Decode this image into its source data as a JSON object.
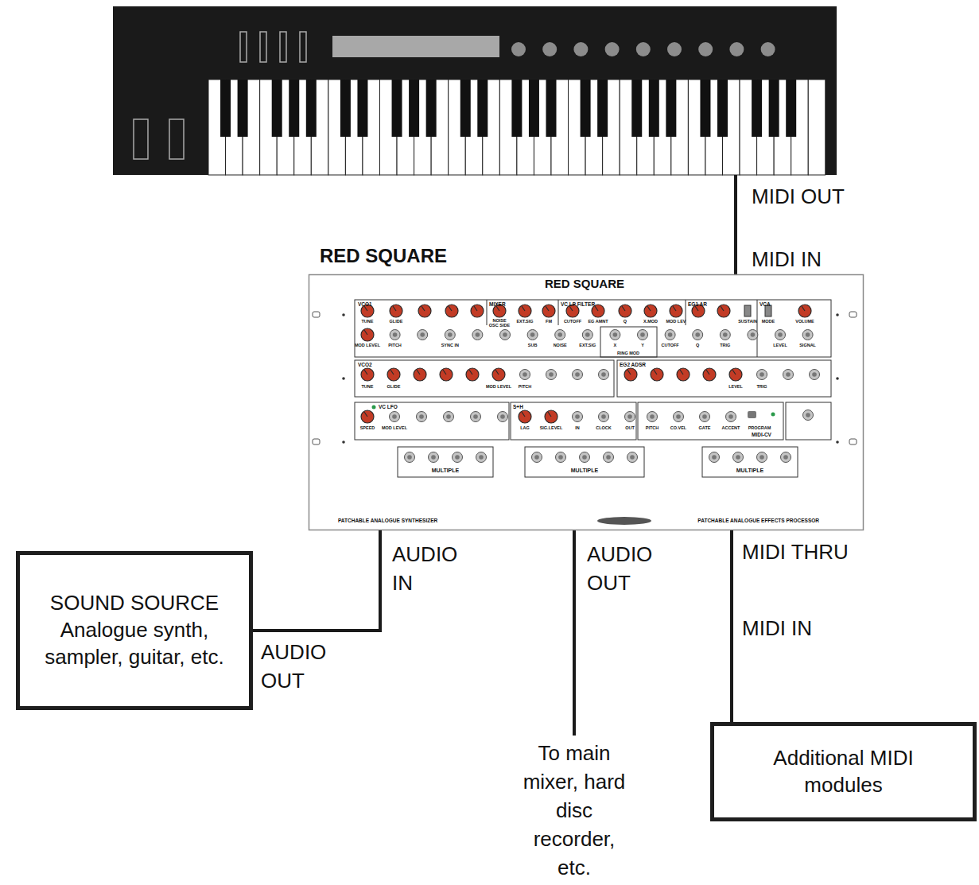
{
  "diagram": {
    "nodes": [
      {
        "text": [
          "RED SQUARE"
        ]
      },
      {
        "text": [
          "SOUND SOURCE Analogue synth, sampler, guitar, etc."
        ]
      },
      {
        "text": [
          "Additional MIDI modules"
        ]
      }
    ],
    "edges": [
      {
        "from": 1,
        "to": 0,
        "arrow": "none"
      },
      {
        "from": 0,
        "to": 2,
        "arrow": "none"
      }
    ],
    "labels": [
      "MIDI OUT",
      "MIDI IN",
      "AUDIO IN",
      "AUDIO OUT",
      "MIDI THRU",
      "AUDIO OUT",
      "MIDI IN",
      "To main mixer, hard disc recorder, etc.",
      "VCO1",
      "MIXER",
      "VC LP FILTER",
      "EG1 AR",
      "VCA",
      "VCO2",
      "EG2 ADSR",
      "VC LFO",
      "S+H",
      "MIDI-CV",
      "MULTIPLE",
      "MULTIPLE",
      "MULTIPLE",
      "RED SQUARE",
      "TUNE",
      "GLIDE",
      "NOISE OSC SIDE",
      "EXT.SIG",
      "FM",
      "CUTOFF",
      "EG AMNT",
      "Q",
      "X.MOD",
      "MOD LEV",
      "SUSTAIN",
      "MODE",
      "VOLUME",
      "MOD LEVEL",
      "PITCH",
      "SYNC IN",
      "SUB",
      "NOISE",
      "EXT.SIG",
      "RING MOD",
      "X",
      "Y",
      "CUTOFF",
      "Q",
      "TRIG",
      "LEVEL",
      "SIGNAL",
      "TUNE",
      "GLIDE",
      "MOD LEVEL",
      "PITCH",
      "LEVEL",
      "TRIG",
      "SPEED",
      "MOD LEVEL",
      "LAG",
      "SIG.LEVEL",
      "IN",
      "CLOCK",
      "OUT",
      "PITCH",
      "CO.VEL",
      "GATE",
      "ACCENT",
      "PROGRAM",
      "PATCHABLE ANALOGUE SYNTHESIZER",
      "PATCHABLE ANALOGUE EFFECTS PROCESSOR"
    ]
  }
}
